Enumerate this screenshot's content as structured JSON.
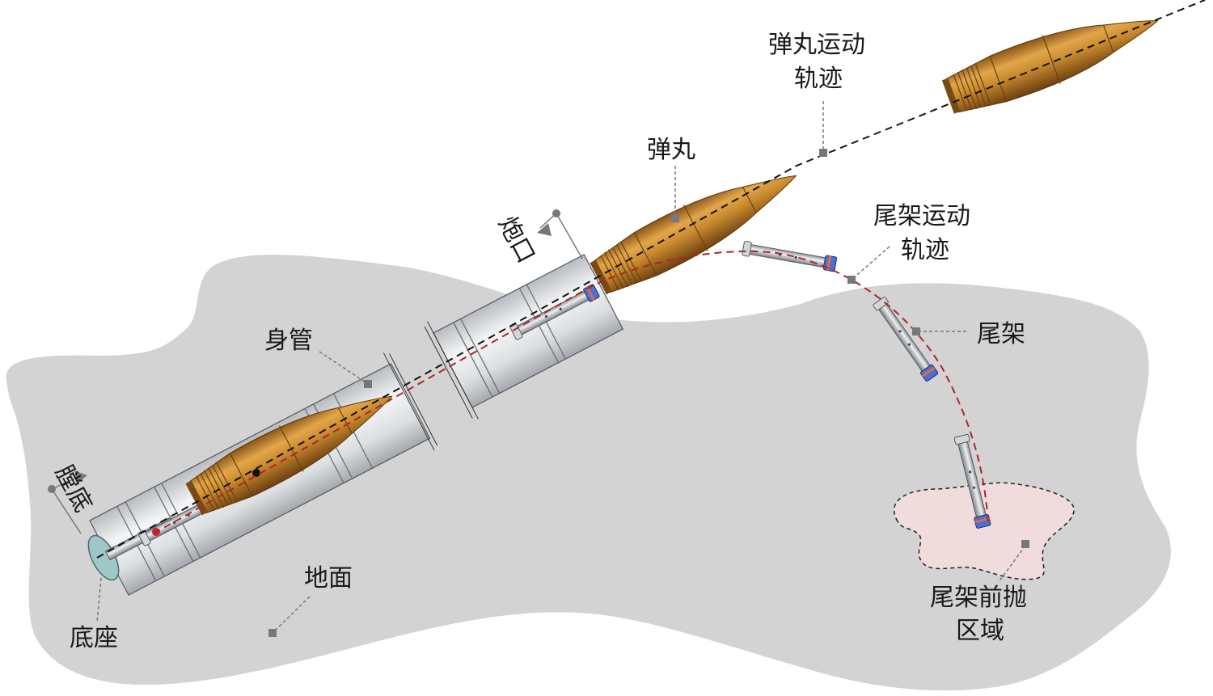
{
  "labels": {
    "bore_bottom": "膛底",
    "base": "底座",
    "barrel": "身管",
    "muzzle": "炮口",
    "projectile": "弹丸",
    "projectile_trajectory_line1": "弹丸运动",
    "projectile_trajectory_line2": "轨迹",
    "tail_trajectory_line1": "尾架运动",
    "tail_trajectory_line2": "轨迹",
    "tail": "尾架",
    "ground": "地面",
    "tail_zone_line1": "尾架前抛",
    "tail_zone_line2": "区域"
  },
  "colors": {
    "ground": "#d3d3d3",
    "landing_zone": "#f0dcdc",
    "projectile_body": "#c98a2e",
    "projectile_dark": "#8a5518",
    "barrel_metal": "#e2e4e6",
    "tail_metal": "#cfd2d5",
    "tail_accent": "#4a6fd8",
    "projectile_trajectory": "#111111",
    "tail_trajectory": "#b0242a",
    "leader": "#777777"
  }
}
